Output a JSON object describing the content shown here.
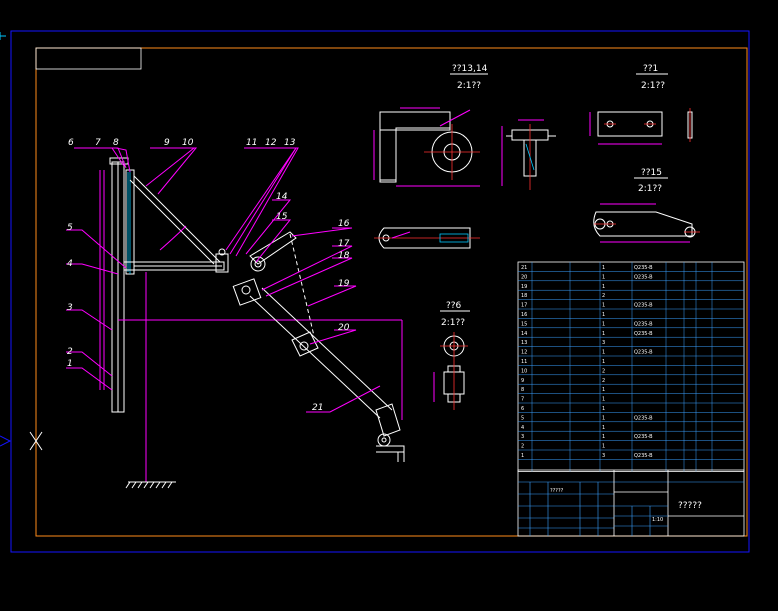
{
  "colors": {
    "background": "#000000",
    "outer_border": "#1414ff",
    "inner_border": "#ff8c1a",
    "geometry": "#ffffff",
    "dimension": "#ff00ff",
    "centerline": "#ff3030",
    "hatch": "#00c8ff",
    "table_lines": "#3aa0ff"
  },
  "views": {
    "section_13_14": {
      "title": "??13,14",
      "scale": "2:1??"
    },
    "part_1": {
      "title": "??1",
      "scale": "2:1??"
    },
    "part_15": {
      "title": "??15",
      "scale": "2:1??"
    },
    "part_6": {
      "title": "??6",
      "scale": "2:1??"
    }
  },
  "callouts": [
    "1",
    "2",
    "3",
    "4",
    "5",
    "6",
    "7",
    "8",
    "9",
    "10",
    "11",
    "12",
    "13",
    "14",
    "15",
    "16",
    "17",
    "18",
    "19",
    "20",
    "21"
  ],
  "parts_list": {
    "rows": [
      {
        "no": "21",
        "mat": "Q235-B",
        "qty": "1"
      },
      {
        "no": "20",
        "mat": "Q235-B",
        "qty": "1"
      },
      {
        "no": "19",
        "mat": "",
        "qty": "1"
      },
      {
        "no": "18",
        "mat": "",
        "qty": "2"
      },
      {
        "no": "17",
        "mat": "Q235-B",
        "qty": "1"
      },
      {
        "no": "16",
        "mat": "",
        "qty": "1"
      },
      {
        "no": "15",
        "mat": "Q235-B",
        "qty": "1"
      },
      {
        "no": "14",
        "mat": "Q235-B",
        "qty": "1"
      },
      {
        "no": "13",
        "mat": "",
        "qty": "3"
      },
      {
        "no": "12",
        "mat": "Q235-B",
        "qty": "1"
      },
      {
        "no": "11",
        "mat": "",
        "qty": "1"
      },
      {
        "no": "10",
        "mat": "",
        "qty": "2"
      },
      {
        "no": "9",
        "mat": "",
        "qty": "2"
      },
      {
        "no": "8",
        "mat": "",
        "qty": "1"
      },
      {
        "no": "7",
        "mat": "",
        "qty": "1"
      },
      {
        "no": "6",
        "mat": "",
        "qty": "1"
      },
      {
        "no": "5",
        "mat": "Q235-B",
        "qty": "1"
      },
      {
        "no": "4",
        "mat": "",
        "qty": "1"
      },
      {
        "no": "3",
        "mat": "Q235-B",
        "qty": "1"
      },
      {
        "no": "2",
        "mat": "",
        "qty": "1"
      },
      {
        "no": "1",
        "mat": "Q235-B",
        "qty": "3"
      }
    ]
  },
  "title_block": {
    "drawing_name": "?????",
    "scale": "1:10",
    "code": "?????"
  }
}
